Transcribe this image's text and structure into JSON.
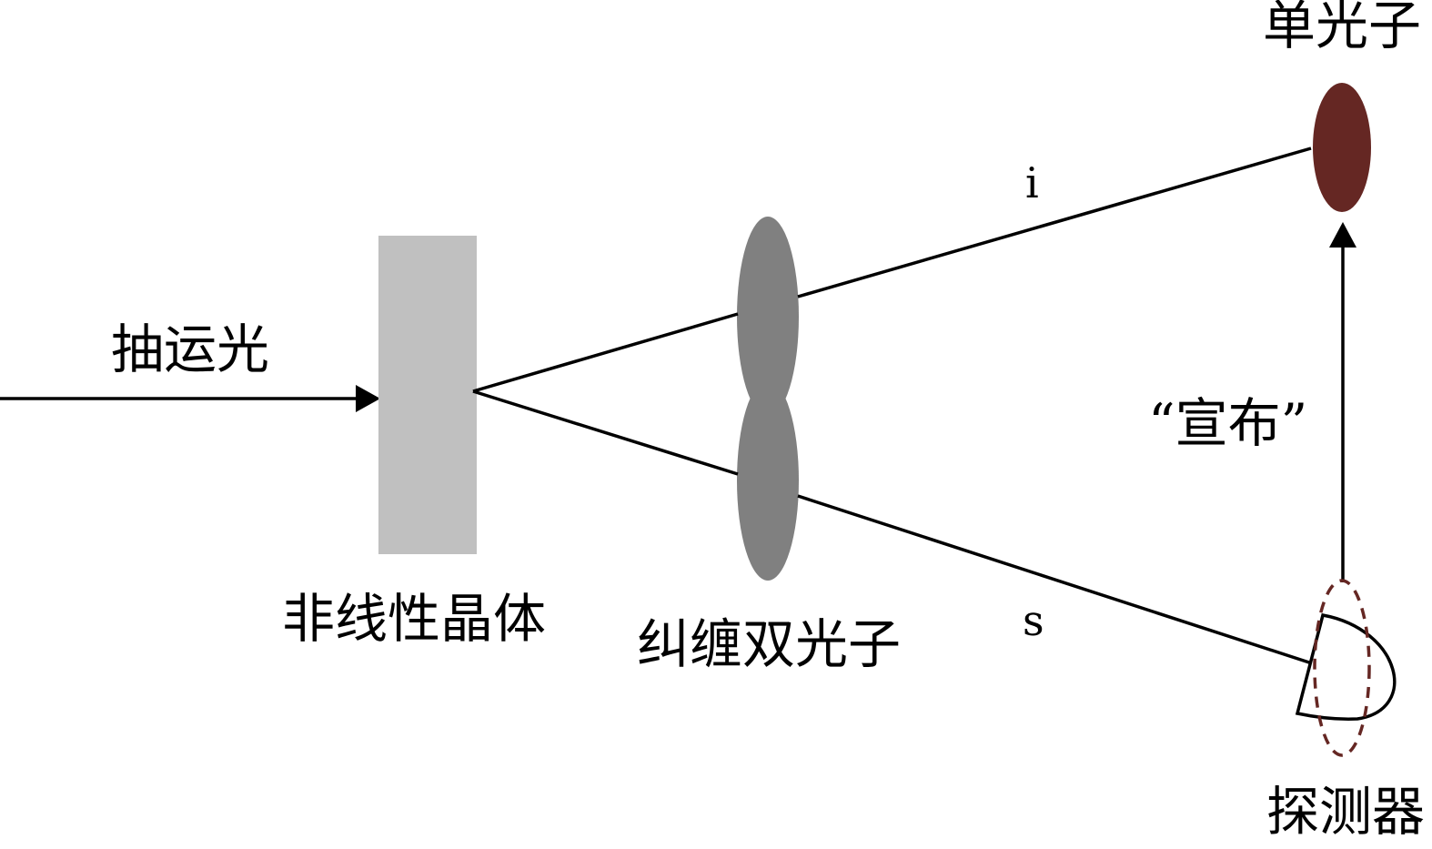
{
  "labels": {
    "pump": "抽运光",
    "crystal": "非线性晶体",
    "entangled_pair": "纠缠双光子",
    "beam_i": "i",
    "beam_s": "s",
    "single_photon": "单光子",
    "announce": "“宣布”",
    "detector": "探测器"
  },
  "colors": {
    "crystal": "#c0c0c0",
    "photon_lobes": "#808080",
    "single_photon": "#652723",
    "detector_dashed": "#652723",
    "lines": "#000000"
  },
  "icons": {
    "crystal": "rectangle-block",
    "entangled_pair": "double-ellipse",
    "single_photon": "filled-ellipse",
    "detector": "detector-dome-icon"
  }
}
